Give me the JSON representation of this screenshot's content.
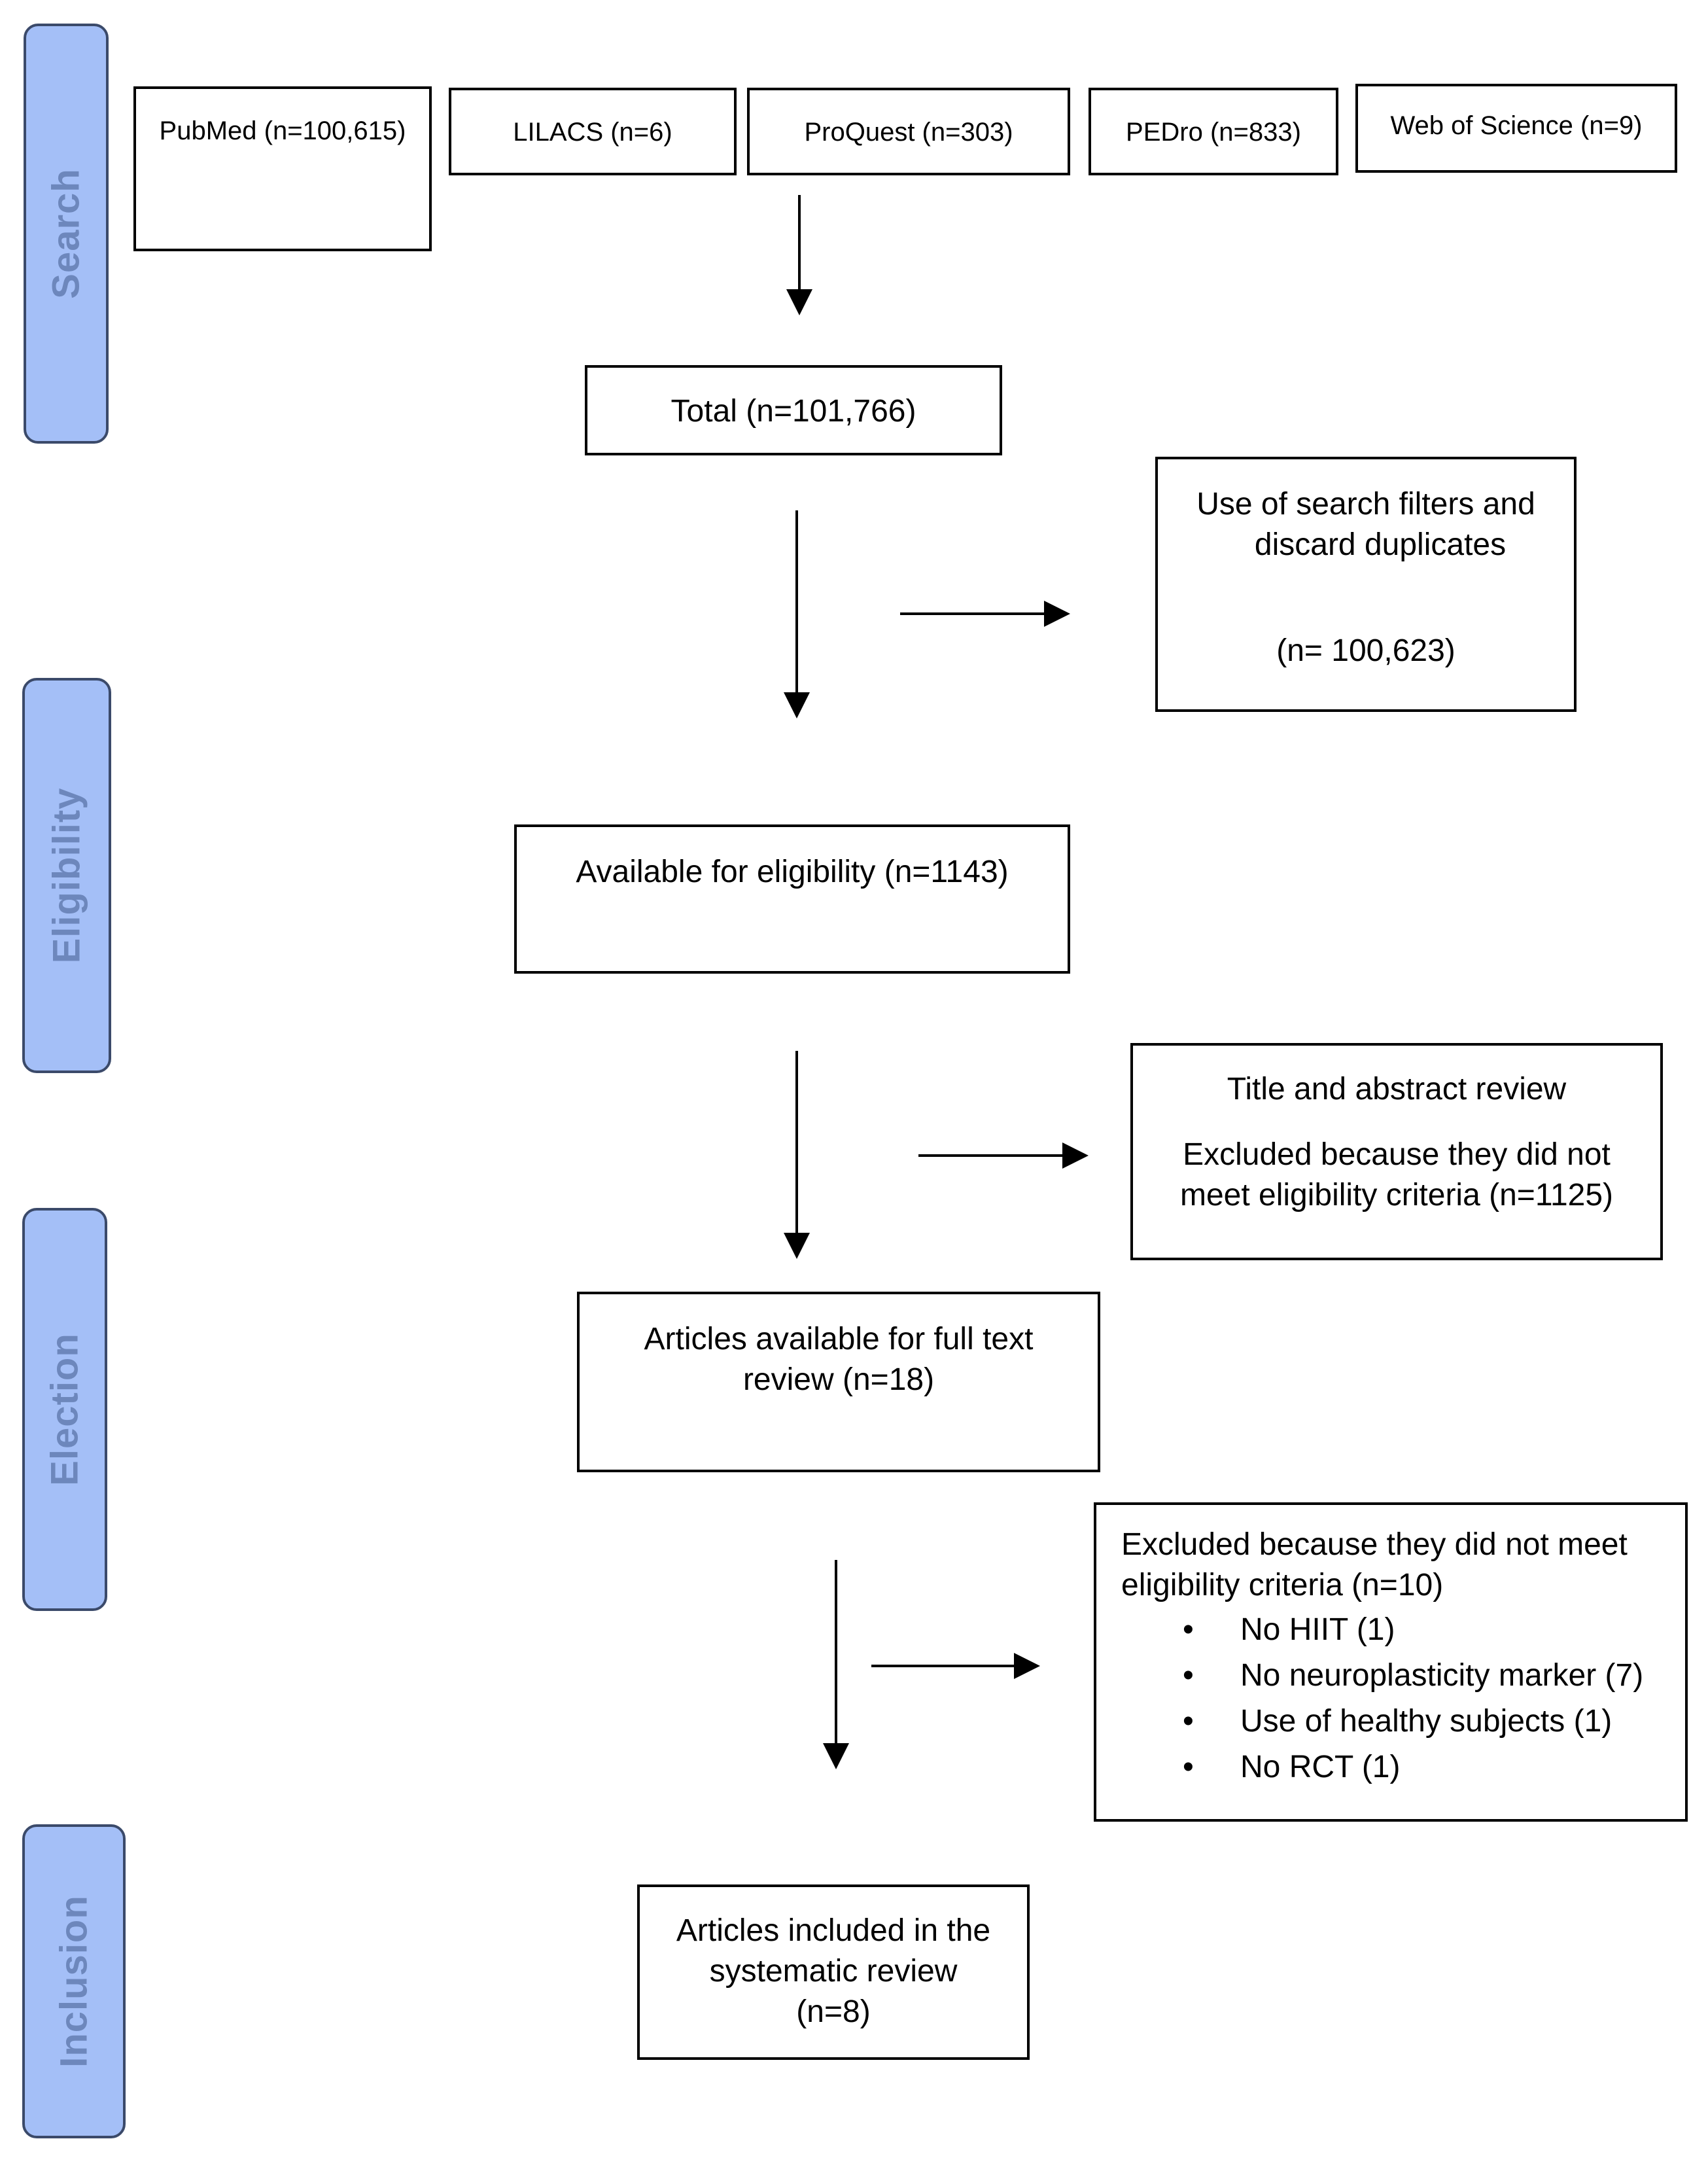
{
  "phases": {
    "search": "Search",
    "eligibility": "Eligibility",
    "election": "Election",
    "inclusion": "Inclusion"
  },
  "sources": {
    "pubmed": "PubMed (n=100,615)",
    "lilacs": "LILACS (n=6)",
    "proquest": "ProQuest (n=303)",
    "pedro": "PEDro (n=833)",
    "wos": "Web of Science (n=9)"
  },
  "total": "Total (n=101,766)",
  "filters": {
    "line1": "Use of search filters and",
    "line2": "discard duplicates",
    "count": "(n= 100,623)"
  },
  "available": "Available for eligibility (n=1143)",
  "title_review": {
    "heading": "Title and abstract review",
    "line1": "Excluded because they did not",
    "line2": "meet eligibility criteria (n=1125)"
  },
  "fulltext": {
    "line1": "Articles available for full text",
    "line2": "review (n=18)"
  },
  "excluded": {
    "line1": "Excluded because they did not meet",
    "line2": "eligibility criteria (n=10)",
    "reasons": [
      "No HIIT (1)",
      "No neuroplasticity marker (7)",
      "Use of healthy subjects (1)",
      "No RCT (1)"
    ]
  },
  "included": {
    "line1": "Articles included in the",
    "line2": "systematic review",
    "count": "(n=8)"
  }
}
